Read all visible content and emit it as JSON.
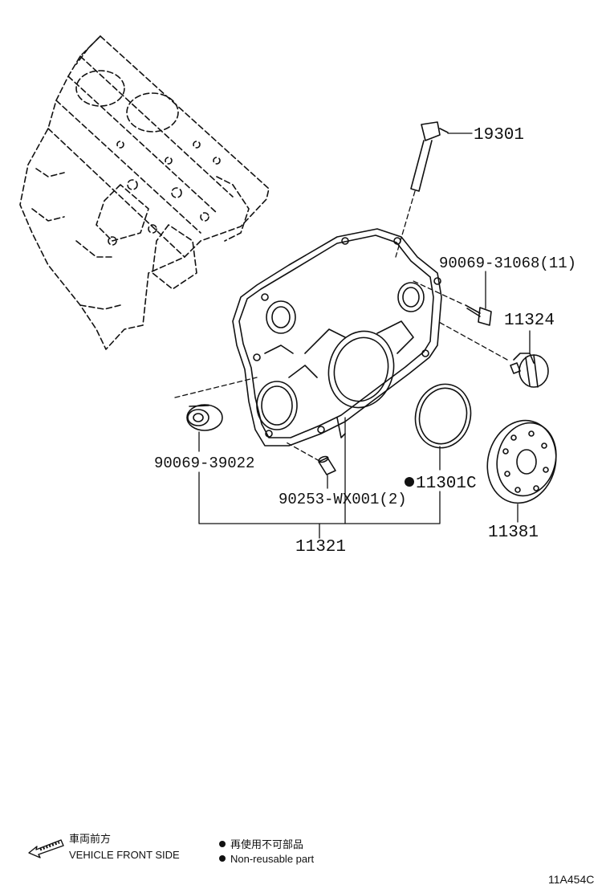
{
  "diagram_code": "11A454C",
  "parts": {
    "p19301": "19301",
    "p90069_31068": "90069-31068(11)",
    "p11324": "11324",
    "p90069_39022": "90069-39022",
    "p90253": "90253-WX001(2)",
    "p11301c": "11301C",
    "p11381": "11381",
    "p11321": "11321"
  },
  "legend": {
    "direction_jp": "車両前方",
    "direction_en": "VEHICLE FRONT SIDE",
    "nonreusable_jp": "再使用不可部品",
    "nonreusable_en": "Non-reusable part"
  }
}
